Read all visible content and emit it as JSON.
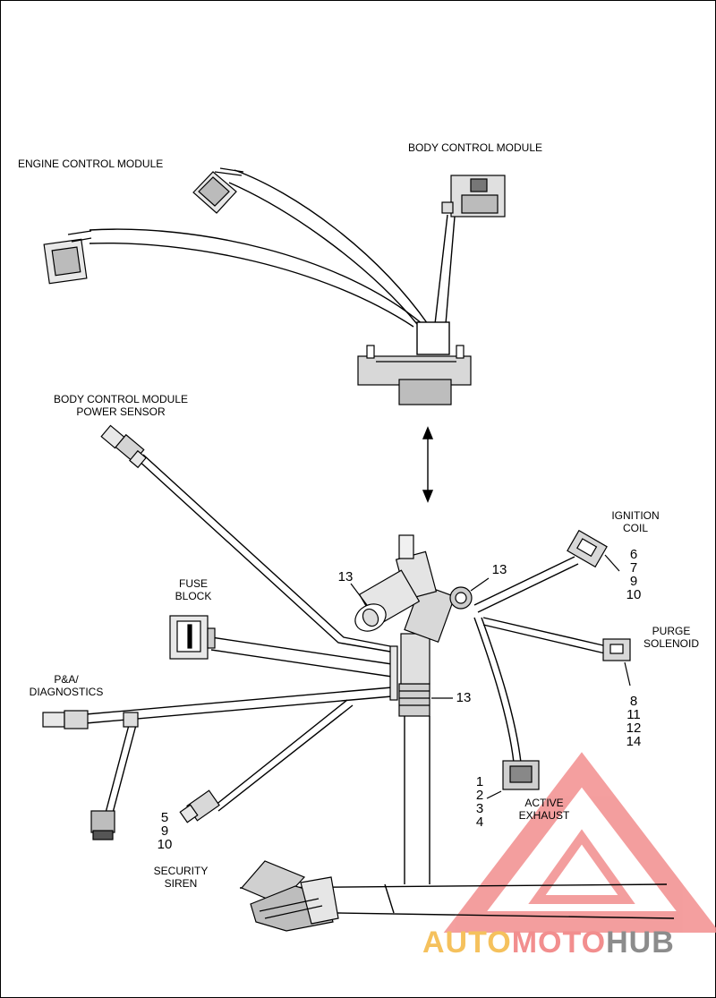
{
  "labels": {
    "engine_control_module": "ENGINE CONTROL MODULE",
    "body_control_module": "BODY CONTROL MODULE",
    "bcm_power_sensor_1": "BODY CONTROL MODULE",
    "bcm_power_sensor_2": "POWER SENSOR",
    "ignition_coil_1": "IGNITION",
    "ignition_coil_2": "COIL",
    "fuse_block_1": "FUSE",
    "fuse_block_2": "BLOCK",
    "purge_solenoid_1": "PURGE",
    "purge_solenoid_2": "SOLENOID",
    "pa_diagnostics_1": "P&A/",
    "pa_diagnostics_2": "DIAGNOSTICS",
    "active_exhaust_1": "ACTIVE",
    "active_exhaust_2": "EXHAUST",
    "security_siren_1": "SECURITY",
    "security_siren_2": "SIREN"
  },
  "callouts": {
    "clip_left": "13",
    "clip_right": "13",
    "clip_lower": "13",
    "ignition_coil": [
      "6",
      "7",
      "9",
      "10"
    ],
    "purge_solenoid": [
      "8",
      "11",
      "12",
      "14"
    ],
    "active_exhaust": [
      "1",
      "2",
      "3",
      "4"
    ],
    "security_siren": [
      "5",
      "9",
      "10"
    ]
  },
  "watermark": {
    "part1": "AUTO",
    "part2": "MOTO",
    "part3": "HUB",
    "color_yellow": "#f5c15d",
    "color_red": "#f28e8e",
    "color_gray": "#8c8c8c"
  }
}
